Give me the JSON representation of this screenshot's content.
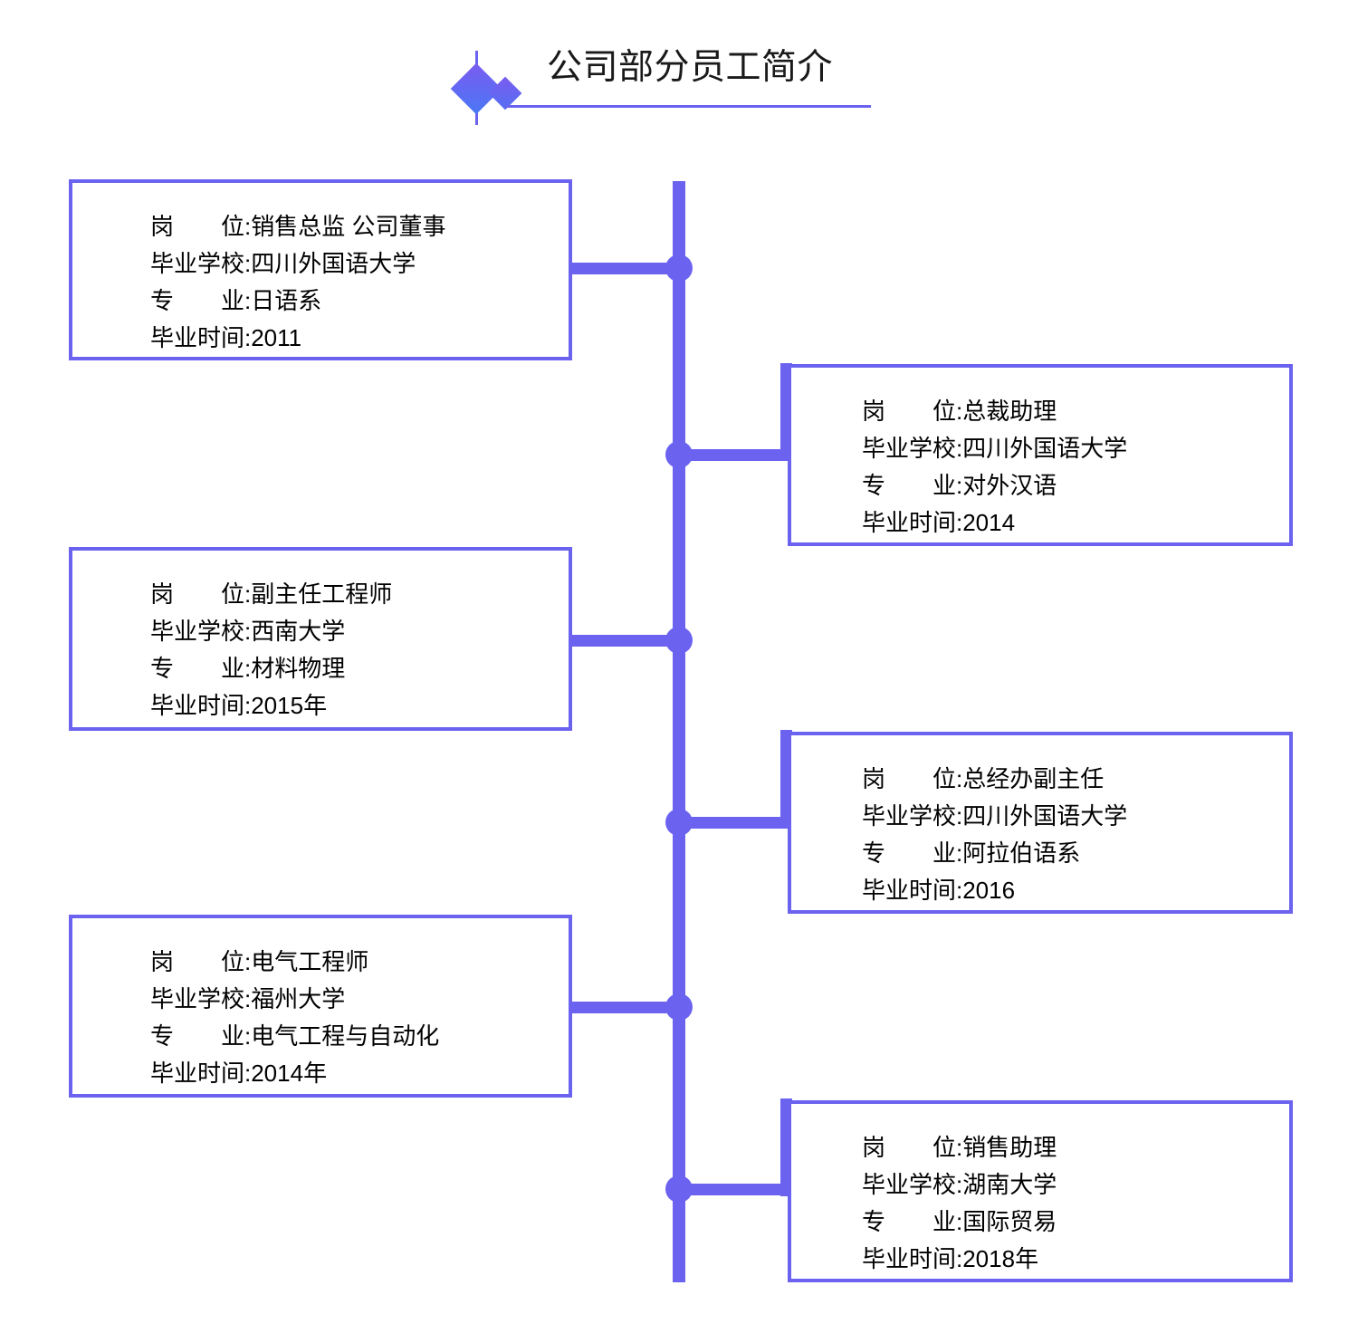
{
  "title": {
    "text": "公司部分员工简介",
    "accent_color": "#6B63F0",
    "decoration": "diamond-pair"
  },
  "labels": {
    "position": "岗　　位:",
    "school": "毕业学校:",
    "major": "专　　业:",
    "graduation": "毕业时间:"
  },
  "employees": [
    {
      "side": "left",
      "position": "岗　　位:销售总监 公司董事",
      "school": "毕业学校:四川外国语大学",
      "major": "专　　业:日语系",
      "graduation": "毕业时间:2011"
    },
    {
      "side": "right",
      "position": "岗　　位:总裁助理",
      "school": "毕业学校:四川外国语大学",
      "major": "专　　业:对外汉语",
      "graduation": "毕业时间:2014"
    },
    {
      "side": "left",
      "position": "岗　　位:副主任工程师",
      "school": "毕业学校:西南大学",
      "major": "专　　业:材料物理",
      "graduation": "毕业时间:2015年"
    },
    {
      "side": "right",
      "position": "岗　　位:总经办副主任",
      "school": "毕业学校:四川外国语大学",
      "major": "专　　业:阿拉伯语系",
      "graduation": "毕业时间:2016"
    },
    {
      "side": "left",
      "position": "岗　　位:电气工程师",
      "school": "毕业学校:福州大学",
      "major": "专　　业:电气工程与自动化",
      "graduation": "毕业时间:2014年"
    },
    {
      "side": "right",
      "position": "岗　　位:销售助理",
      "school": "毕业学校:湖南大学",
      "major": "专　　业:国际贸易",
      "graduation": "毕业时间:2018年"
    }
  ]
}
